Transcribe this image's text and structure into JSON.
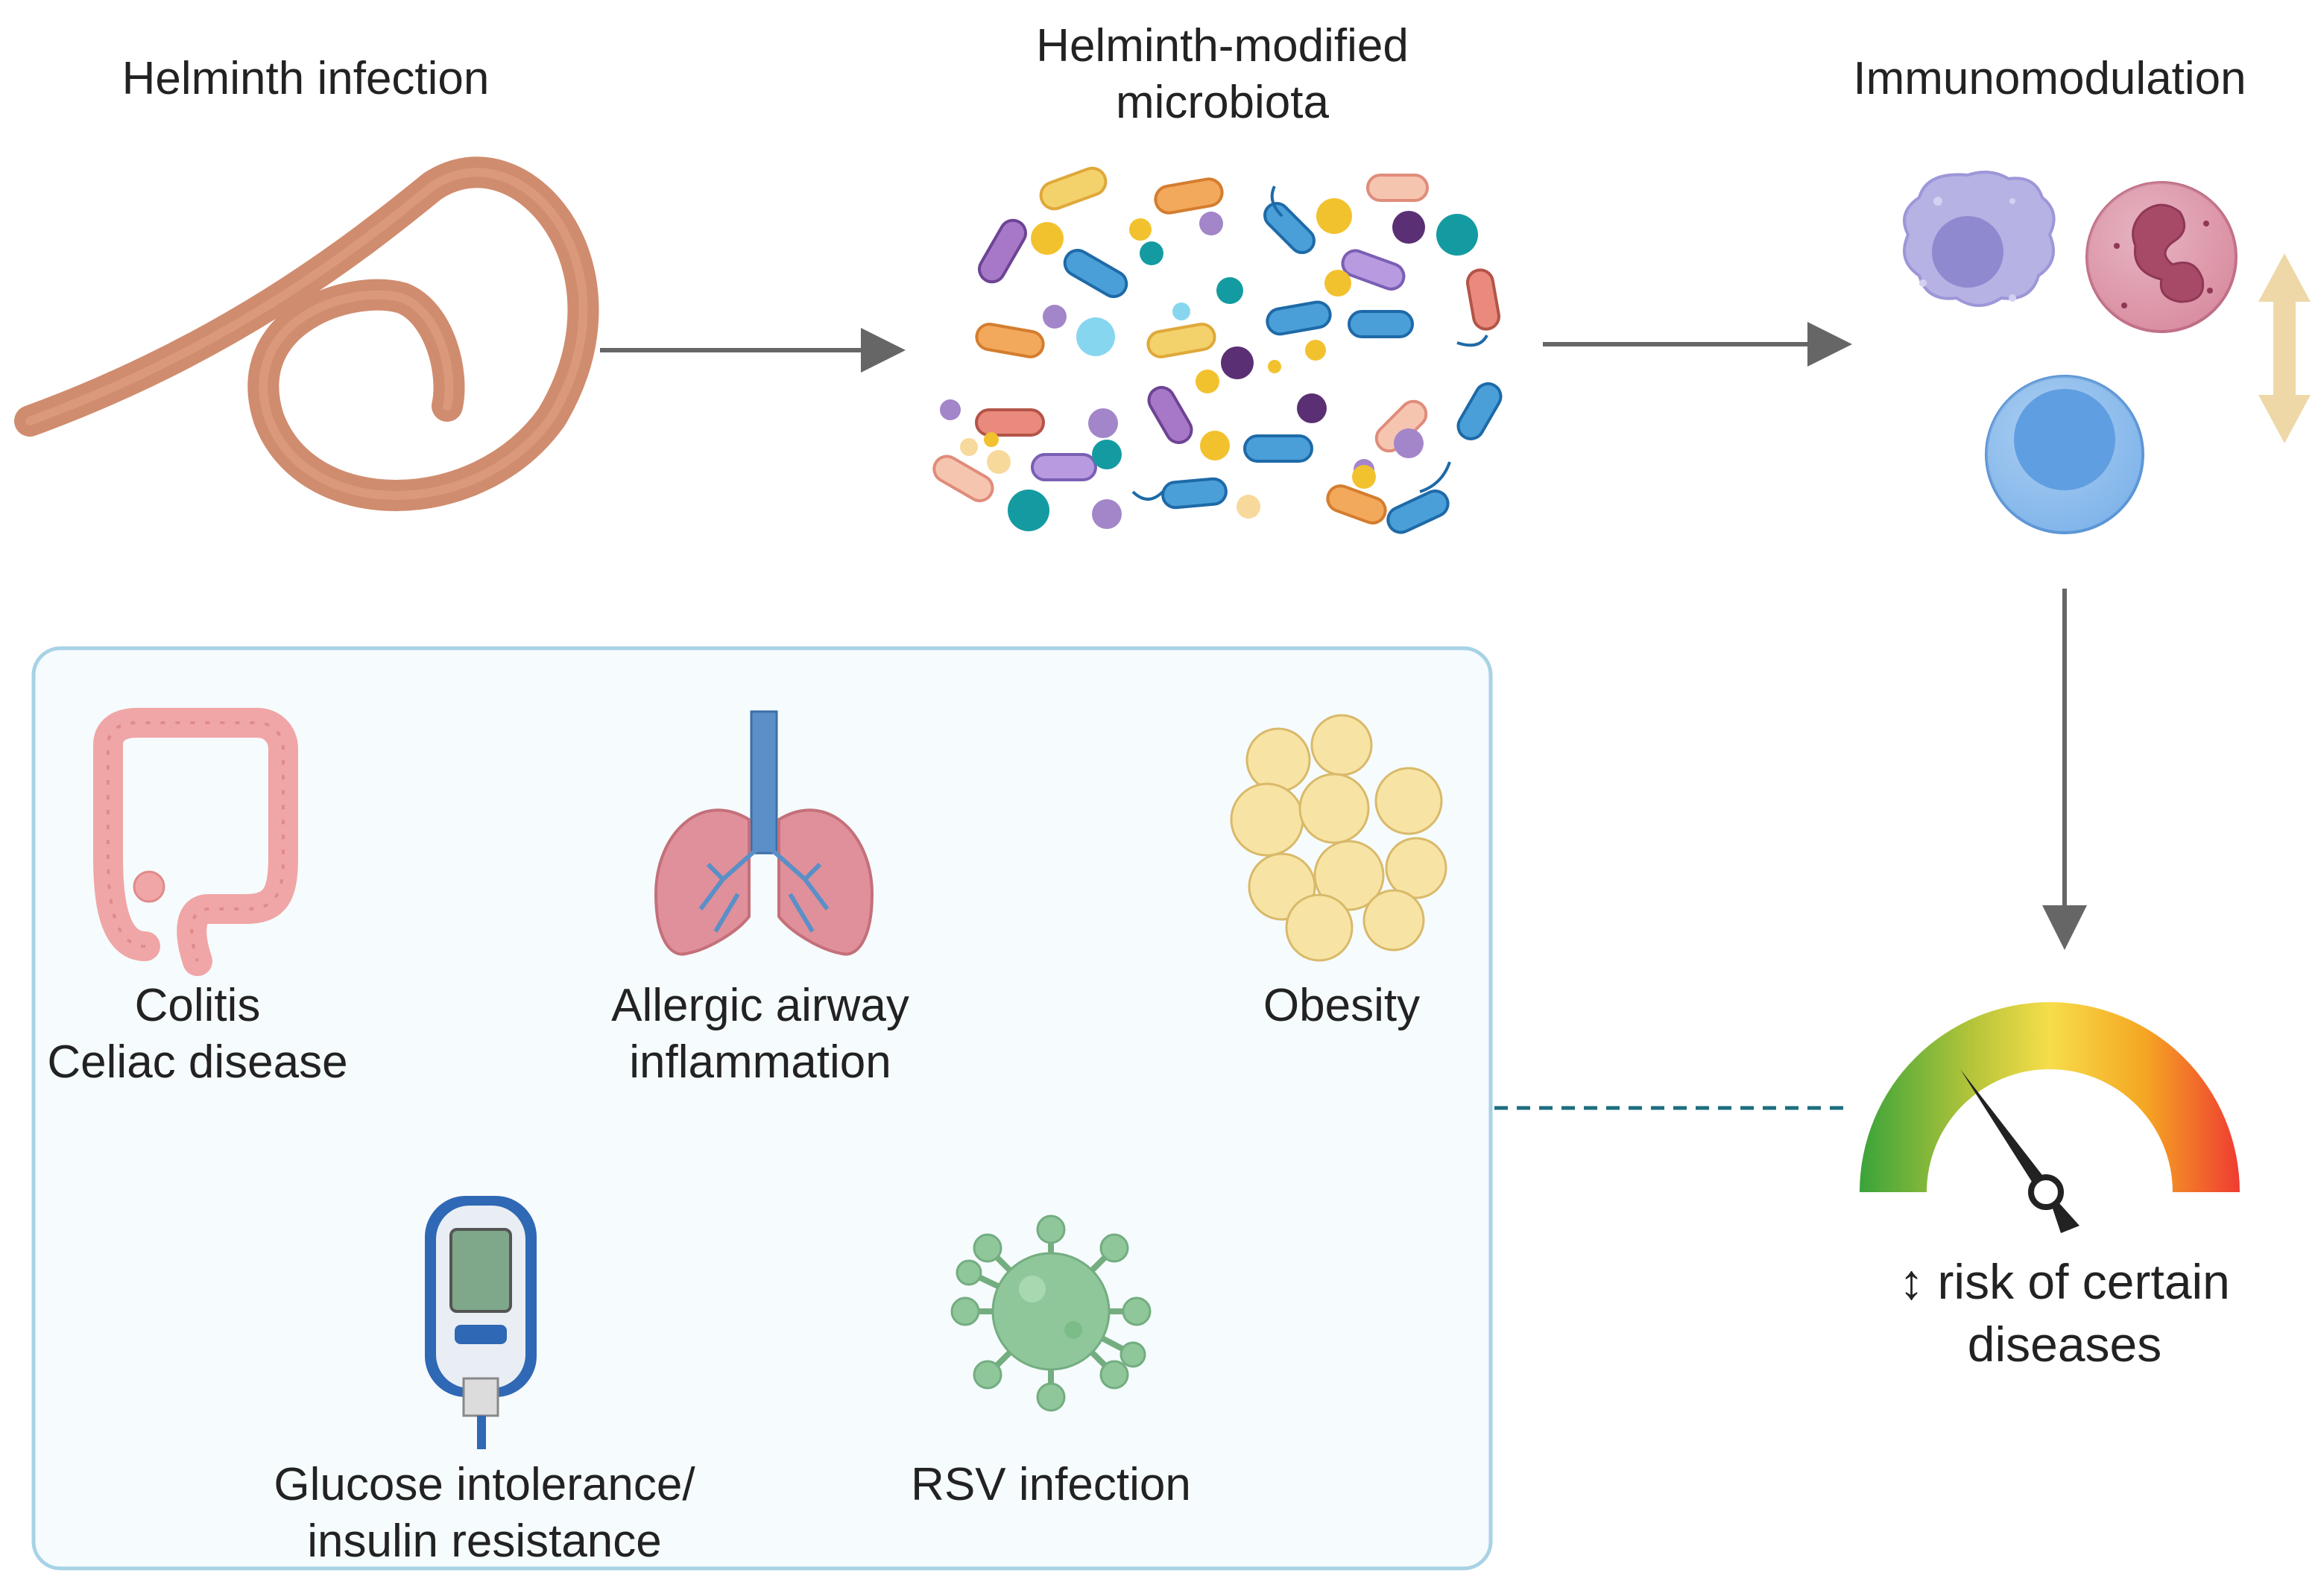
{
  "top": {
    "helminth_title": "Helminth infection",
    "microbiota_title_line1": "Helminth-modified",
    "microbiota_title_line2": "microbiota",
    "immuno_title": "Immunomodulation"
  },
  "risk": {
    "symbol": "↕",
    "line1": "risk of certain",
    "line2": "diseases"
  },
  "diseases": {
    "colitis_line1": "Colitis",
    "colitis_line2": "Celiac disease",
    "allergic_line1": "Allergic airway",
    "allergic_line2": "inflammation",
    "obesity": "Obesity",
    "glucose_line1": "Glucose intolerance/",
    "glucose_line2": "insulin resistance",
    "rsv": "RSV infection"
  },
  "icons": {
    "worm": "helminth-worm-icon",
    "bacteria": "microbiota-cluster-icon",
    "immune": "immune-cells-icon",
    "gauge": "risk-gauge-icon",
    "intestine": "intestine-icon",
    "lungs": "lungs-icon",
    "fat": "adipocytes-icon",
    "glucometer": "glucometer-icon",
    "virus": "rsv-virus-icon"
  },
  "colors": {
    "worm": "#d08c6e",
    "arrow": "#666666",
    "panel_border": "#a8d2e6",
    "panel_fill": "#f6fbfd",
    "dashed": "#1c6e7d",
    "updown_arrow": "#eed8a8",
    "macrophage": "#b6b2e4",
    "neutrophil": "#d98ca0",
    "lymphocyte": "#7fb4ea",
    "virus": "#8fc79b",
    "lungs": "#e0909a",
    "fat": "#f7e4a4",
    "intestine": "#f0a6a6"
  }
}
